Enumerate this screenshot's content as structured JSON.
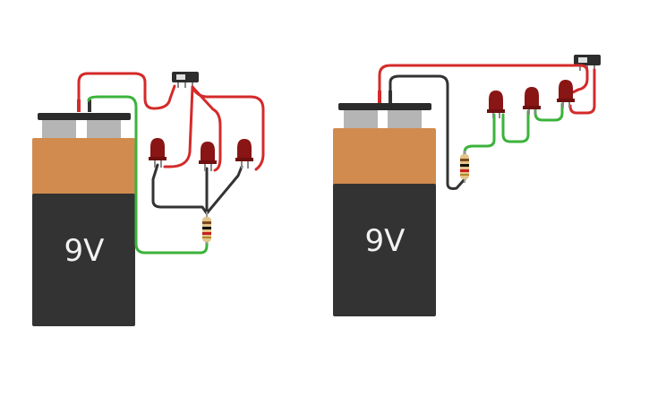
{
  "circuits": [
    {
      "id": "circuit-left",
      "battery_label": "9V",
      "led_count": 3,
      "resistor_count": 1,
      "switch_count": 1
    },
    {
      "id": "circuit-right",
      "battery_label": "9V",
      "led_count": 3,
      "resistor_count": 1,
      "switch_count": 1
    }
  ],
  "colors": {
    "wire_red": "#d42a2a",
    "wire_green": "#3bb33b",
    "wire_black": "#333333",
    "battery_body": "#333333",
    "battery_top": "#d18b4e",
    "battery_cap": "#2b2b2b",
    "terminal": "#b5b5b5",
    "led": "#8a1515",
    "resistor_body": "#e3c48a",
    "switch_body": "#2d2d2d"
  }
}
